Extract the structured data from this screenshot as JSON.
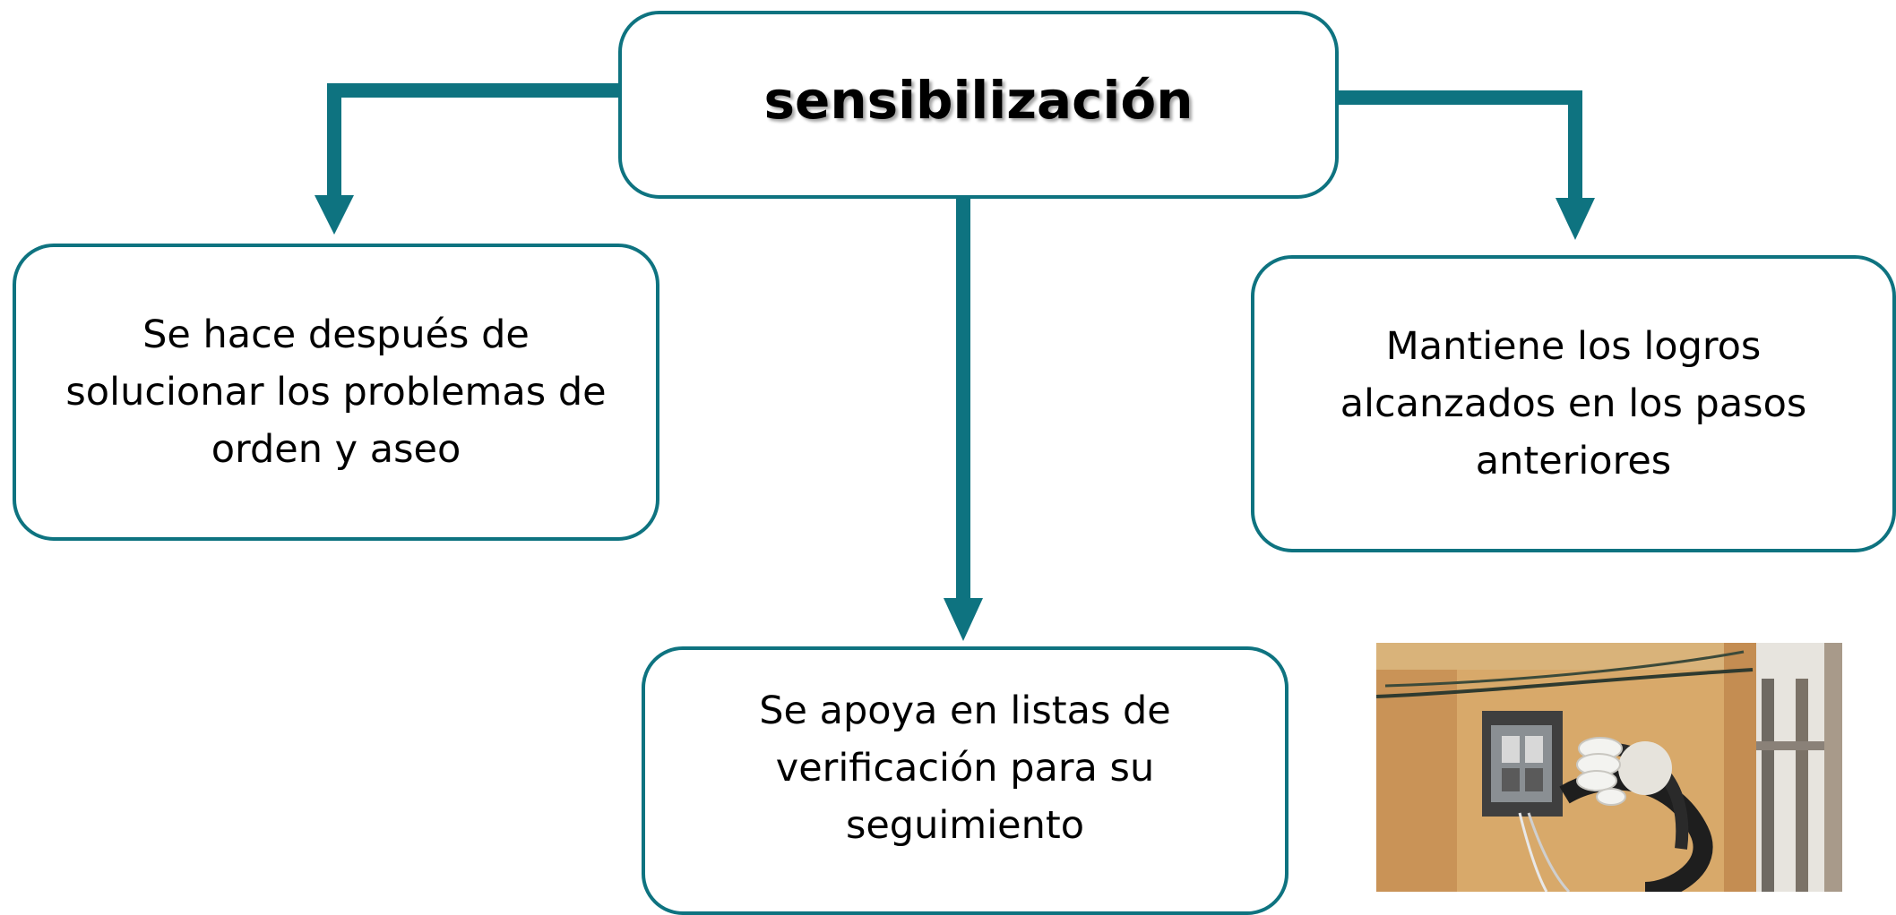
{
  "diagram": {
    "root": {
      "label": "sensibilización"
    },
    "children": [
      {
        "id": "left",
        "label": "Se hace después de\nsolucionar los problemas de\norden y aseo"
      },
      {
        "id": "bottom",
        "label": "Se apoya en listas de\nverificación para su\nseguimiento"
      },
      {
        "id": "right",
        "label": "Mantiene los logros\nalcanzados en los pasos\nanteriores"
      }
    ]
  },
  "colors": {
    "accent": "#0e7380",
    "text": "#000000",
    "background": "#ffffff"
  },
  "photo": {
    "subject": "electrical box with light bulb socket and cables on wall"
  }
}
